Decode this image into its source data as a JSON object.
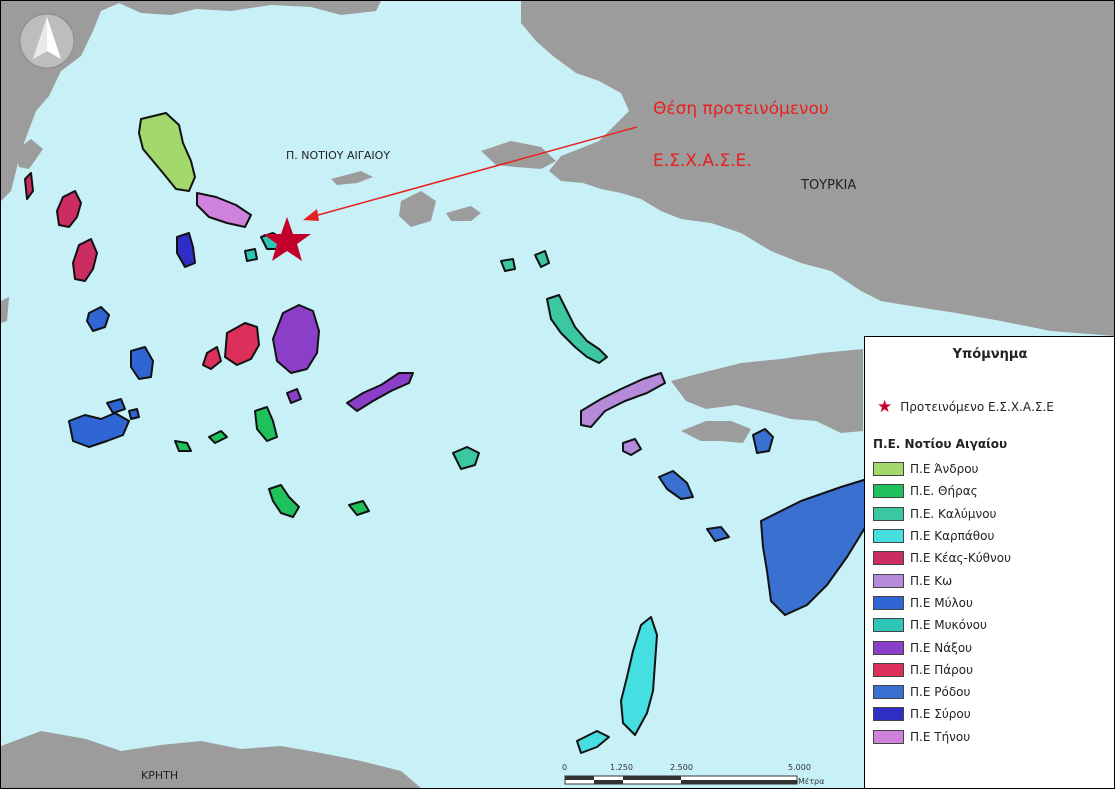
{
  "labels": {
    "region": "Π. ΝΟΤΙΟΥ ΑΙΓΑΙΟΥ",
    "turkey": "ΤΟΥΡΚΙΑ",
    "crete": "ΚΡΗΤΗ"
  },
  "proposal_annotation": {
    "line1": "Θέση προτεινόμενου",
    "line2": "Ε.Σ.Χ.Α.Σ.Ε.",
    "color": "#e8201f"
  },
  "legend": {
    "title": "Υπόμνημα",
    "star_label": "Προτεινόμενο Ε.Σ.Χ.Α.Σ.Ε",
    "star_color": "#c2002b",
    "group_title": "Π.Ε. Νοτίου Αιγαίου",
    "items": [
      {
        "label": "Π.Ε Άνδρου",
        "color": "#a2d86c"
      },
      {
        "label": "Π.Ε. Θήρας",
        "color": "#1fc15d"
      },
      {
        "label": "Π.Ε. Καλύμνου",
        "color": "#3bc7a0"
      },
      {
        "label": "Π.Ε Καρπάθου",
        "color": "#45dfe2"
      },
      {
        "label": "Π.Ε Κέας-Κύθνου",
        "color": "#cb2d62"
      },
      {
        "label": "Π.Ε Κω",
        "color": "#b48ad9"
      },
      {
        "label": "Π.Ε Μύλου",
        "color": "#2f66d4"
      },
      {
        "label": "Π.Ε Μυκόνου",
        "color": "#2ec7b7"
      },
      {
        "label": "Π.Ε Νάξου",
        "color": "#8b3fc9"
      },
      {
        "label": "Π.Ε Πάρου",
        "color": "#dc2f5a"
      },
      {
        "label": "Π.Ε Ρόδου",
        "color": "#3a70cf"
      },
      {
        "label": "Π.Ε Σύρου",
        "color": "#2e2dc4"
      },
      {
        "label": "Π.Ε Τήνου",
        "color": "#cf82dc"
      }
    ]
  },
  "scale": {
    "ticks": [
      "0",
      "1.250",
      "2.500",
      "5.000"
    ],
    "unit": "Μέτρα"
  },
  "icons": {
    "north_arrow": "north-arrow-icon",
    "star": "star-icon"
  }
}
